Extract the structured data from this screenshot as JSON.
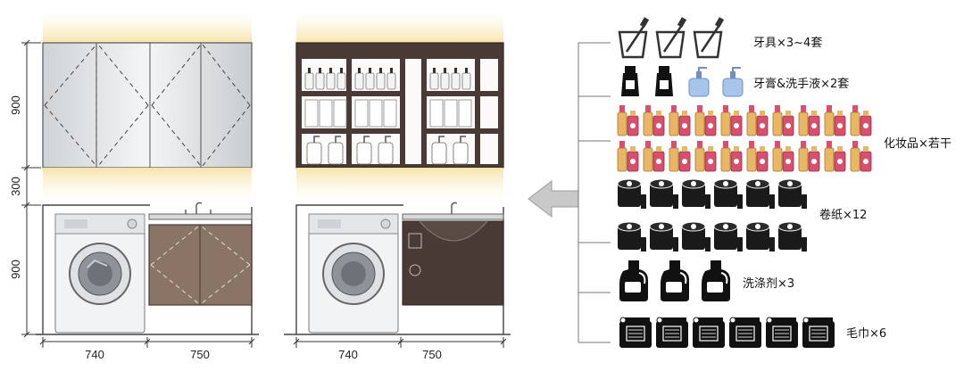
{
  "dimensions": {
    "left_heights": [
      "900",
      "300",
      "900"
    ],
    "left_widths": [
      "740",
      "750"
    ],
    "middle_widths": [
      "740",
      "750"
    ]
  },
  "items": [
    {
      "label": "牙具×3~4套",
      "icon": "toothbrush-cup-icon",
      "count": 3
    },
    {
      "label": "牙膏&洗手液×2套",
      "icon": "toothpaste-soap-icon",
      "count": 4
    },
    {
      "label": "化妆品×若干",
      "icon": "cosmetics-icon",
      "count": 20
    },
    {
      "label": "卷纸×12",
      "icon": "toilet-paper-icon",
      "count": 12
    },
    {
      "label": "洗涤剂×3",
      "icon": "detergent-bottle-icon",
      "count": 3
    },
    {
      "label": "毛巾×6",
      "icon": "towel-icon",
      "count": 6
    }
  ],
  "colors": {
    "cabinet_dark": "#4a3a35",
    "cabinet_wood": "#8a7466",
    "glass": "#e6e8ea",
    "glow": "#f7e9b8",
    "arrow": "#c9c9c9",
    "soap_blue": "#a7c4ea",
    "cosmetic_pink": "#d9506e",
    "cosmetic_gold": "#e8b765"
  }
}
